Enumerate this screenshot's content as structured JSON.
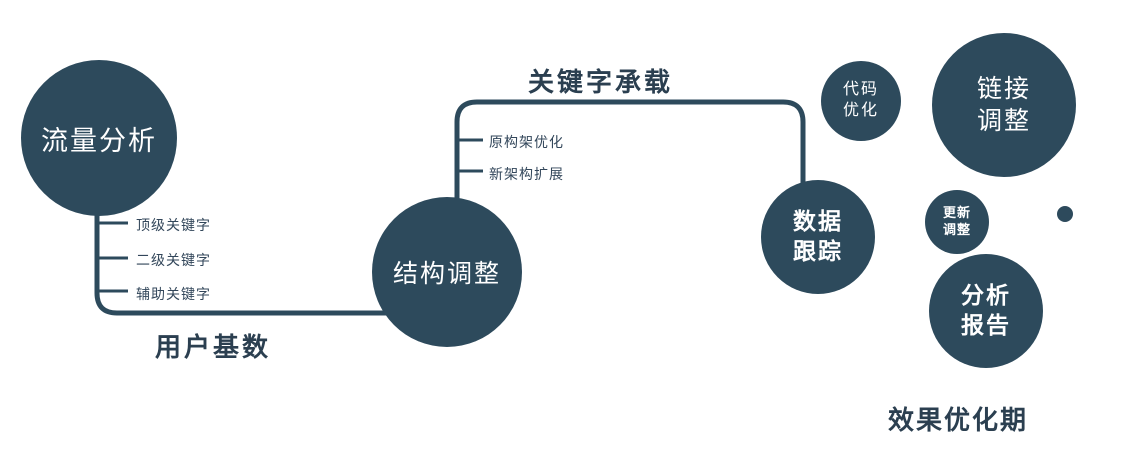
{
  "diagram": {
    "accent_color": "#2d4a5c",
    "nodes": {
      "traffic": {
        "label": "流量分析"
      },
      "structure": {
        "label": "结构调整"
      },
      "data_tracking": {
        "label": "数据\n跟踪"
      },
      "code_optimization": {
        "label": "代码\n优化"
      },
      "link_adjustment": {
        "label": "链接\n调整"
      },
      "update_adjustment": {
        "label": "更新\n调整"
      },
      "analysis_report": {
        "label": "分析\n报告"
      }
    },
    "edges": {
      "user_base": "用户基数",
      "keyword_carry": "关键字承载"
    },
    "branches": {
      "left": [
        "顶级关键字",
        "二级关键字",
        "辅助关键字"
      ],
      "middle": [
        "原构架优化",
        "新架构扩展"
      ]
    },
    "footer": "效果优化期"
  }
}
